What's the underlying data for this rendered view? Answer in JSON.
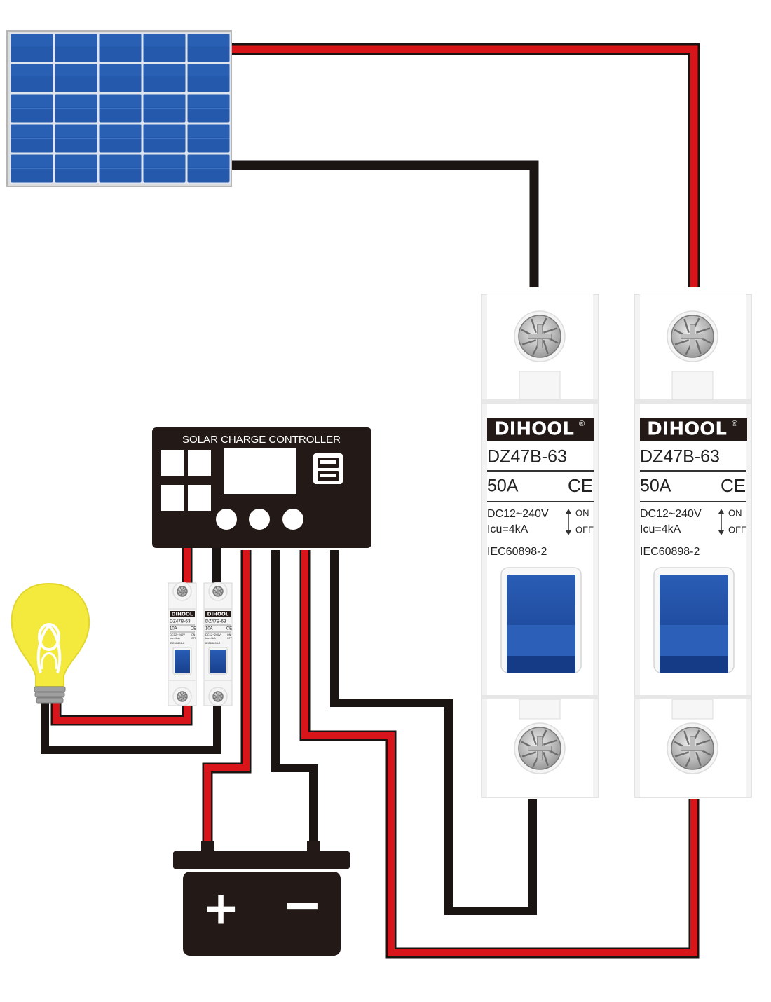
{
  "controller": {
    "title": "SOLAR CHARGE CONTROLLER"
  },
  "big_breaker": {
    "brand": "DIHOOL",
    "registered_mark": "®",
    "model": "DZ47B-63",
    "rating": "50A",
    "cert": "CE",
    "voltage": "DC12~240V",
    "icu": "Icu=4kA",
    "on_label": "ON",
    "off_label": "OFF",
    "standard": "IEC60898-2"
  },
  "small_breaker": {
    "brand": "DIHOOL",
    "model": "DZ47B-63",
    "rating": "10A",
    "cert": "CE",
    "voltage": "DC12~240V",
    "icu": "Icu=4kA",
    "on_label": "ON",
    "off_label": "OFF",
    "standard": "IEC60898-2"
  },
  "battery": {
    "plus_symbol": "+",
    "minus_symbol": "−"
  },
  "colors": {
    "positive_wire": "#d8151b",
    "negative_wire": "#1a1412",
    "panel_blue": "#1f57a8",
    "breaker_handle": "#1e4fa3",
    "bulb_yellow": "#f4ea3d"
  }
}
